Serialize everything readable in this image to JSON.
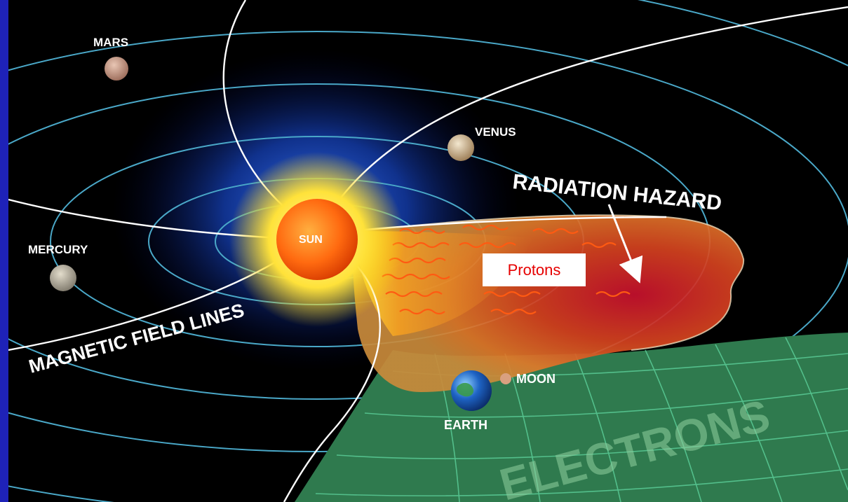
{
  "labels": {
    "mars": "MARS",
    "venus": "VENUS",
    "mercury": "MERCURY",
    "sun": "SUN",
    "radiation_hazard": "RADIATION HAZARD",
    "magnetic_field_lines": "MAGNETIC FIELD LINES",
    "moon": "MOON",
    "earth": "EARTH",
    "electrons": "ELECTRONS",
    "protons": "Protons"
  },
  "colors": {
    "frame": "#1e22b8",
    "space": "#000000",
    "electron_region": "#2f7a4e",
    "hazard_core": "#c8102e",
    "sun": "#ff6a10",
    "sun_glow": "#ffe23a",
    "orbit": "#4aa8c8",
    "field_line": "#ffffff",
    "protons_text": "#e60000"
  },
  "icons": [
    "mars-icon",
    "venus-icon",
    "mercury-icon",
    "sun-icon",
    "earth-icon",
    "moon-icon",
    "radiation-arrow-icon"
  ]
}
